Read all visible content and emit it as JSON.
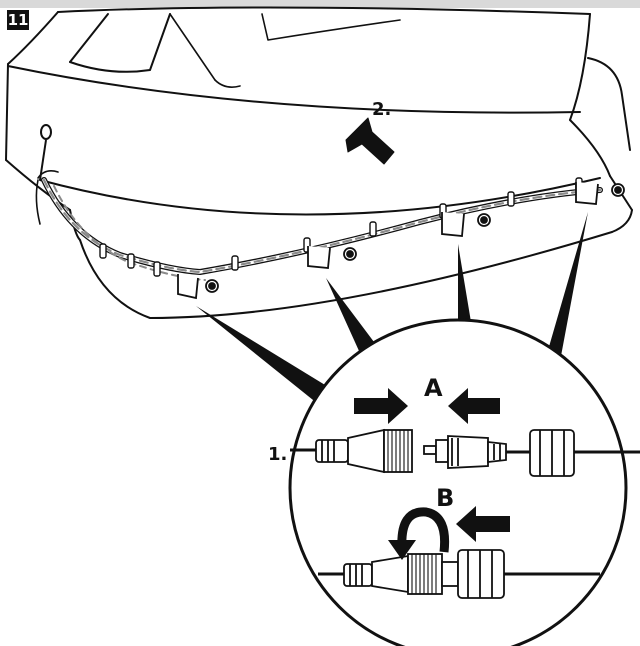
{
  "step_number": "11",
  "labels": {
    "step_1": "1.",
    "step_2": "2.",
    "connector_a": "A",
    "connector_b": "B"
  },
  "colors": {
    "ink": "#111111",
    "background": "#ffffff",
    "band": "#d9d9d9",
    "cable_dash": "#8a8a8a"
  },
  "icons": [
    "push-arrow-icon",
    "rotate-arrow-icon"
  ]
}
